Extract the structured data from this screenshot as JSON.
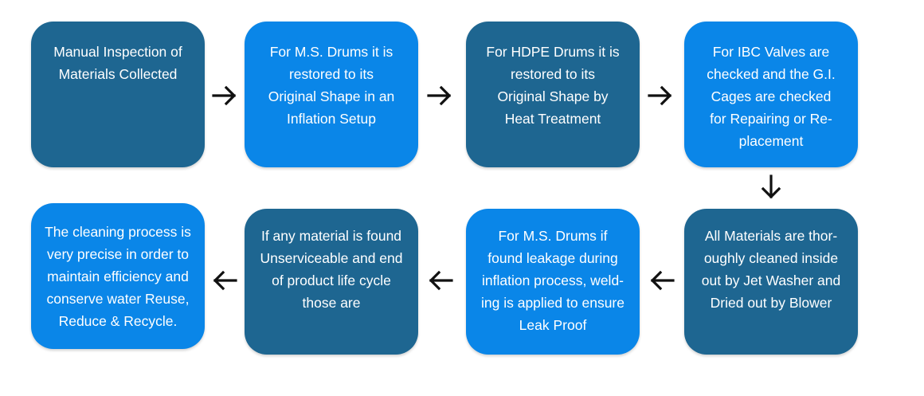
{
  "steps": [
    {
      "id": "step-1",
      "text": "Manual Inspection of\nMaterials Collected",
      "tone": "dark"
    },
    {
      "id": "step-2",
      "text": "For M.S. Drums it is\nrestored to its\nOriginal Shape in an\nInflation Setup",
      "tone": "bright"
    },
    {
      "id": "step-3",
      "text": "For HDPE Drums it is\nrestored to its\nOriginal Shape by\nHeat Treatment",
      "tone": "dark"
    },
    {
      "id": "step-4",
      "text": "For IBC Valves are\nchecked and the G.I.\nCages are checked\nfor Repairing or Re-\nplacement",
      "tone": "bright"
    },
    {
      "id": "step-5",
      "text": "All Materials are thor-\noughly cleaned inside\nout by Jet Washer and\nDried out by Blower",
      "tone": "dark"
    },
    {
      "id": "step-6",
      "text": "For M.S. Drums if\nfound leakage during\ninflation process, weld-\ning is applied to ensure\nLeak Proof",
      "tone": "bright"
    },
    {
      "id": "step-7",
      "text": "If any material is found\nUnserviceable and end\nof product life cycle\nthose are",
      "tone": "dark"
    },
    {
      "id": "step-8",
      "text": "The cleaning process is\nvery precise in order to\nmaintain efficiency and\nconserve water Reuse,\nReduce & Recycle.",
      "tone": "bright"
    }
  ],
  "arrows": [
    {
      "direction": "right"
    },
    {
      "direction": "right"
    },
    {
      "direction": "right"
    },
    {
      "direction": "down"
    },
    {
      "direction": "left"
    },
    {
      "direction": "left"
    },
    {
      "direction": "left"
    }
  ],
  "colors": {
    "dark_box": "#1e6691",
    "bright_box": "#0a86e8",
    "arrow": "#111111"
  }
}
